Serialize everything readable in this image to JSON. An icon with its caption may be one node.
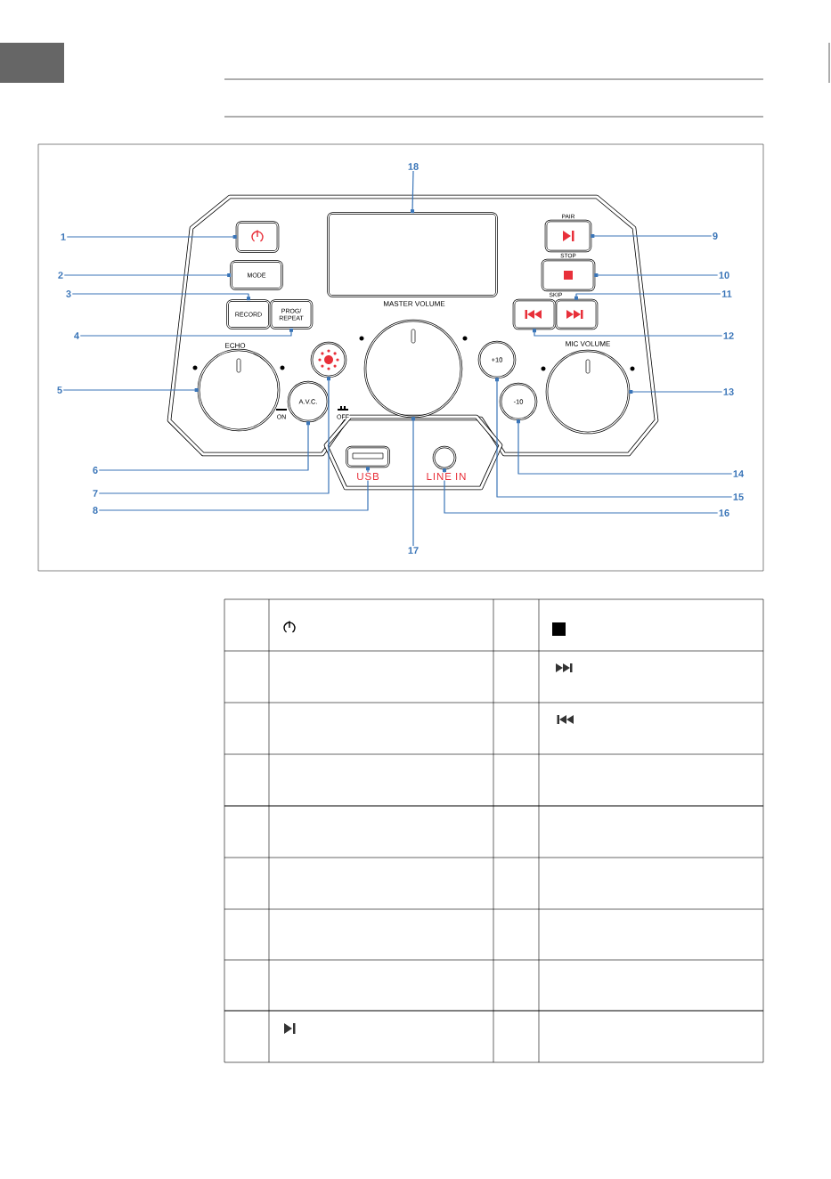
{
  "diagram": {
    "nodes": [
      {
        "text": [
          "1"
        ]
      },
      {
        "text": [
          "2"
        ]
      },
      {
        "text": [
          "3"
        ]
      },
      {
        "text": [
          "4"
        ]
      },
      {
        "text": [
          "5"
        ]
      },
      {
        "text": [
          "6"
        ]
      },
      {
        "text": [
          "7"
        ]
      },
      {
        "text": [
          "8"
        ]
      },
      {
        "text": [
          "9"
        ]
      },
      {
        "text": [
          "10"
        ]
      },
      {
        "text": [
          "11"
        ]
      },
      {
        "text": [
          "12"
        ]
      },
      {
        "text": [
          "13"
        ]
      },
      {
        "text": [
          "14"
        ]
      },
      {
        "text": [
          "15"
        ]
      },
      {
        "text": [
          "16"
        ]
      },
      {
        "text": [
          "17"
        ]
      },
      {
        "text": [
          "18"
        ]
      },
      {
        "text": [],
        "shape": "box"
      },
      {
        "text": [
          "MODE"
        ]
      },
      {
        "text": [
          "RECORD"
        ]
      },
      {
        "text": [
          "PROG/ REPEAT"
        ]
      },
      {
        "text": [],
        "shape": "circle"
      },
      {
        "text": [
          "A.V.C."
        ]
      },
      {
        "text": [],
        "shape": "circle"
      },
      {
        "text": [],
        "shape": "box"
      },
      {
        "text": [],
        "shape": "box"
      },
      {
        "text": [],
        "shape": "box"
      },
      {
        "text": [],
        "shape": "box"
      },
      {
        "text": [],
        "shape": "box"
      },
      {
        "text": [],
        "shape": "circle"
      },
      {
        "text": [
          "-10"
        ]
      },
      {
        "text": [
          "+10"
        ]
      },
      {
        "text": [],
        "shape": "circle"
      },
      {
        "text": [],
        "shape": "circle"
      },
      {
        "text": [],
        "shape": "box"
      }
    ],
    "edges": [
      {
        "from": 0,
        "to": 18,
        "arrow": "other"
      },
      {
        "from": 1,
        "to": 19,
        "arrow": "other"
      },
      {
        "from": 2,
        "to": 20,
        "arrow": "other"
      },
      {
        "from": 3,
        "to": 21,
        "arrow": "other"
      },
      {
        "from": 4,
        "to": 22,
        "arrow": "other"
      },
      {
        "from": 5,
        "to": 23,
        "arrow": "other"
      },
      {
        "from": 6,
        "to": 24,
        "arrow": "other"
      },
      {
        "from": 7,
        "to": 25,
        "arrow": "other"
      },
      {
        "from": 8,
        "to": 26,
        "arrow": "other"
      },
      {
        "from": 9,
        "to": 27,
        "arrow": "other"
      },
      {
        "from": 10,
        "to": 28,
        "arrow": "other"
      },
      {
        "from": 11,
        "to": 29,
        "arrow": "other"
      },
      {
        "from": 12,
        "to": 30,
        "arrow": "other"
      },
      {
        "from": 13,
        "to": 31,
        "arrow": "other"
      },
      {
        "from": 14,
        "to": 32,
        "arrow": "other"
      },
      {
        "from": 15,
        "to": 33,
        "arrow": "other"
      },
      {
        "from": 16,
        "to": 34,
        "arrow": "other"
      },
      {
        "from": 17,
        "to": 35,
        "arrow": "other"
      }
    ],
    "labels": [
      "PAIR",
      "STOP",
      "SKIP",
      "MASTER VOLUME",
      "ECHO",
      "MIC VOLUME",
      "ON",
      "OFF",
      "USB",
      "LINE IN"
    ]
  }
}
